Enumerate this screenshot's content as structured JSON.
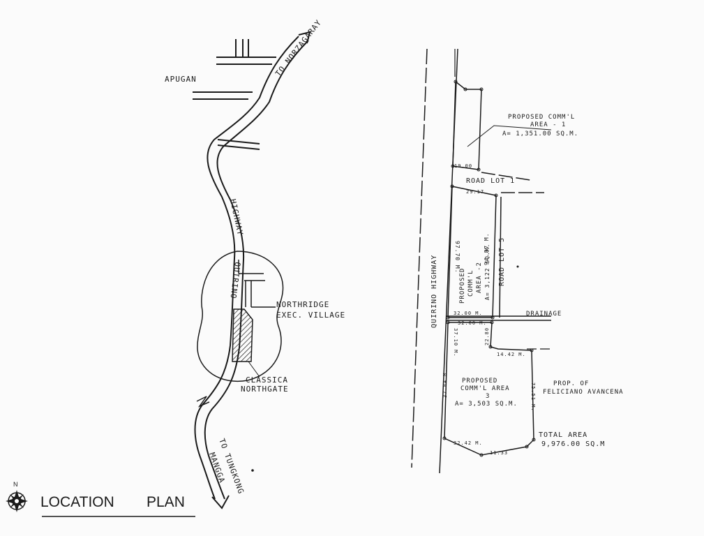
{
  "left_map": {
    "apugan": "APUGAN",
    "to_north": "TO NORZAGARAY",
    "highway_upper": "HIGHWAY",
    "highway_lower": "QUIRINO",
    "northridge_1": "NORTHRIDGE",
    "northridge_2": "EXEC. VILLAGE",
    "classica_1": "CLASSICA",
    "classica_2": "NORTHGATE",
    "to_south_1": "TO TUNGKONG",
    "to_south_2": "MANGGA"
  },
  "title": {
    "north": "N",
    "text_1": "LOCATION",
    "text_2": "PLAN"
  },
  "right_plan": {
    "highway": "QUIRINO HIGHWAY",
    "road_lot_1": "ROAD LOT 1",
    "road_lot_5": "ROAD LOT 5",
    "drainage": "DRAINAGE",
    "area1_1": "PROPOSED COMM'L",
    "area1_2": "AREA - 1",
    "area1_3": "A= 1,351.00 SQ.M.",
    "area2_1": "PROPOSED",
    "area2_2": "COMM'L",
    "area2_3": "AREA -2",
    "area2_4": "A= 3,122 SQ.M.",
    "area3_1": "PROPOSED",
    "area3_2": "COMM'L AREA",
    "area3_3": "3",
    "area3_4": "A= 3,503 SQ.M.",
    "prop_1": "PROP. OF",
    "prop_2": "FELICIANO AVANCENA",
    "total_1": "TOTAL AREA",
    "total_2": "9,976.00 SQ.M",
    "dim_a1_bottom": "19.00",
    "dim_a2_top": "29.17",
    "dim_a2_left": "97.70 M.",
    "dim_a2_right": "94.87 M.",
    "dim_a2_bottom": "32.00 M.",
    "dim_a3_top": "32.00 M.",
    "dim_a3_left": "37.10 M.",
    "dim_a3_step": "22.80",
    "dim_a3_ledge": "14.42 M.",
    "dim_a3_lleft": "37.84 M.",
    "dim_a3_right": "75.51 M.",
    "dim_a3_bl": "32.42 M.",
    "dim_a3_bm": "11.33"
  }
}
